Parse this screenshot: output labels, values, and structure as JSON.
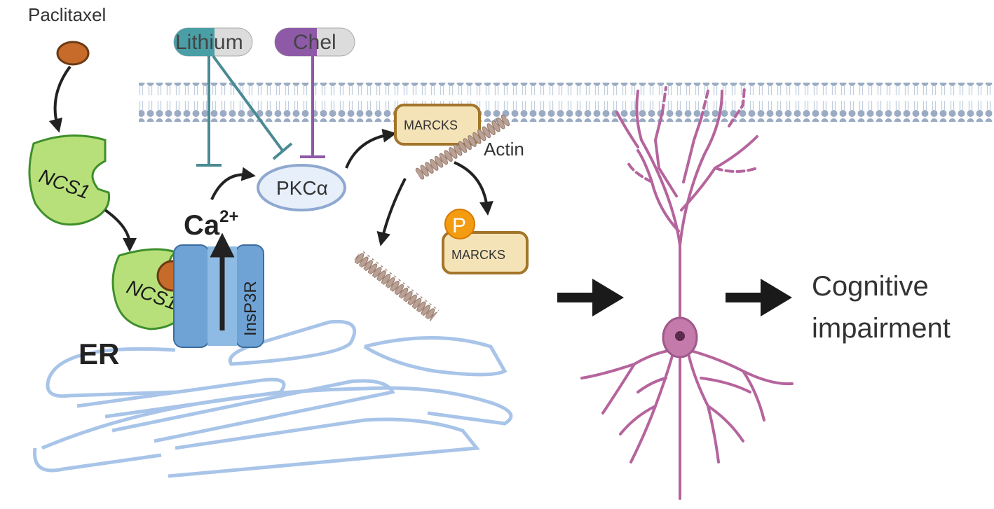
{
  "drug": {
    "paclitaxel": "Paclitaxel",
    "lithium": "Lithium",
    "chel": "Chel"
  },
  "proteins": {
    "ncs1_top": "NCS1",
    "ncs1_bottom": "NCS1",
    "pkc": "PKCα",
    "marcks_top": "MARCKS",
    "marcks_bottom": "MARCKS",
    "phospho": "P",
    "receptor": "InsP3R",
    "actin": "Actin"
  },
  "ion": {
    "base": "Ca",
    "charge": "2+"
  },
  "organelle": "ER",
  "outcome": {
    "line1": "Cognitive",
    "line2": "impairment"
  },
  "colors": {
    "membrane": "#8fa3bf",
    "er": "#a8c4e8",
    "ncs1_fill": "#b8e07a",
    "ncs1_stroke": "#3e8f2a",
    "lithium": "#4a9fa6",
    "chel": "#8e5aa8",
    "marcks_fill": "#f5e3b8",
    "marcks_stroke": "#a3752a",
    "phospho": "#f39c12",
    "neuron": "#b5649c",
    "actin": "#a88578"
  }
}
